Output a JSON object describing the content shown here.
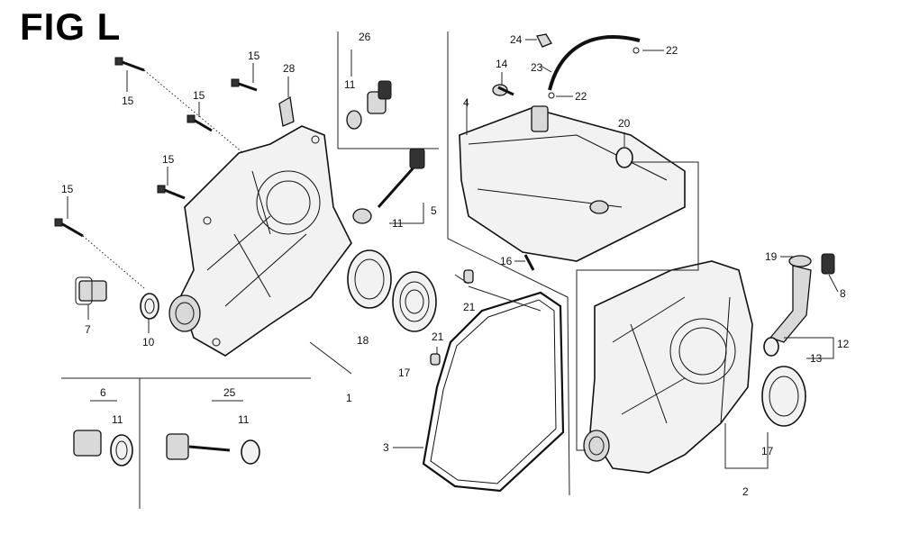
{
  "title": "FIG L",
  "callouts": {
    "p1": "1",
    "p2": "2",
    "p3": "3",
    "p4": "4",
    "p5": "5",
    "p6": "6",
    "p7": "7",
    "p8": "8",
    "p10": "10",
    "p11a": "11",
    "p11b": "11",
    "p11c": "11",
    "p11d": "11",
    "p12": "12",
    "p13": "13",
    "p14": "14",
    "p15a": "15",
    "p15b": "15",
    "p15c": "15",
    "p15d": "15",
    "p15e": "15",
    "p16": "16",
    "p17a": "17",
    "p17b": "17",
    "p18": "18",
    "p19": "19",
    "p20": "20",
    "p21a": "21",
    "p21b": "21",
    "p22a": "22",
    "p22b": "22",
    "p23": "23",
    "p24": "24",
    "p25": "25",
    "p26": "26",
    "p28": "28"
  }
}
